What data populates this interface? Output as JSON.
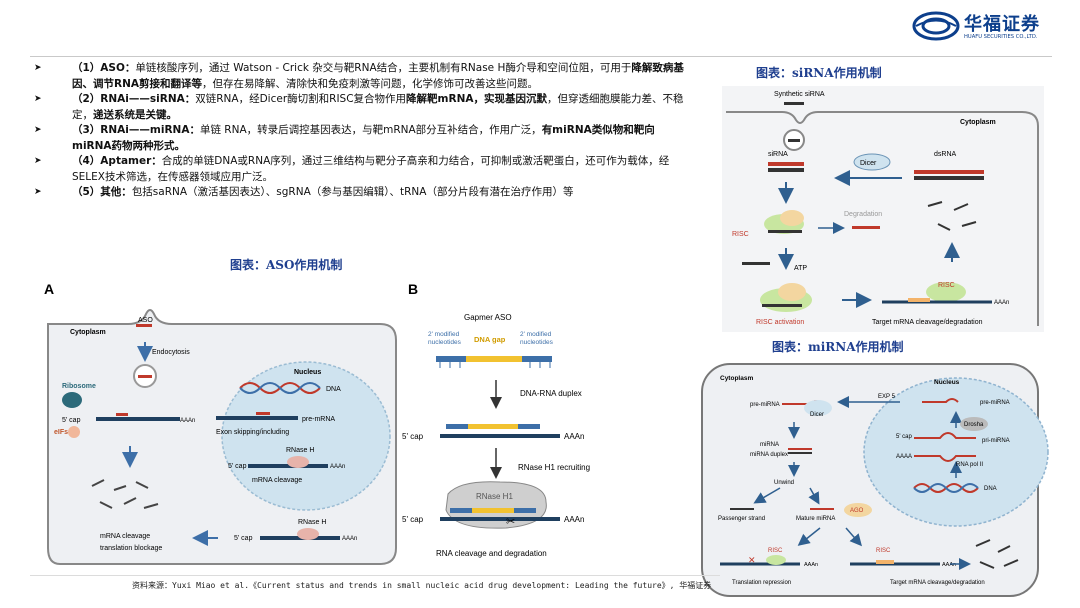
{
  "header": {
    "logo_cn": "华福证券",
    "logo_en": "HUAFU SECURITIES CO.,LTD."
  },
  "bullets": [
    {
      "parts": [
        {
          "t": "（1）ASO：",
          "b": true
        },
        {
          "t": "单链核酸序列，通过 Watson - Crick 杂交与靶RNA结合，主要机制有RNase H酶介导和空间位阻，可用于",
          "b": false
        },
        {
          "t": "降解致病基因、调节RNA剪接和翻译等",
          "b": true
        },
        {
          "t": "，但存在易降解、清除快和免疫刺激等问题，化学修饰可改善这些问题。",
          "b": false
        }
      ]
    },
    {
      "parts": [
        {
          "t": "（2）RNAi——siRNA：",
          "b": true
        },
        {
          "t": "双链RNA，经Dicer酶切割和RISC复合物作用",
          "b": false
        },
        {
          "t": "降解靶mRNA，实现基因沉默",
          "b": true
        },
        {
          "t": "，但穿透细胞膜能力差、不稳定，",
          "b": false
        },
        {
          "t": "递送系统是关键。",
          "b": true
        }
      ]
    },
    {
      "parts": [
        {
          "t": "（3）RNAi——miRNA：",
          "b": true
        },
        {
          "t": "单链 RNA，转录后调控基因表达，与靶mRNA部分互补结合，作用广泛，",
          "b": false
        },
        {
          "t": "有miRNA类似物和靶向miRNA药物两种形式。",
          "b": true
        }
      ]
    },
    {
      "parts": [
        {
          "t": "（4）Aptamer：",
          "b": true
        },
        {
          "t": "合成的单链DNA或RNA序列，通过三维结构与靶分子高亲和力结合，可抑制或激活靶蛋白，还可作为载体，经SELEX技术筛选，在传感器领域应用广泛。",
          "b": false
        }
      ]
    },
    {
      "parts": [
        {
          "t": "（5）其他：",
          "b": true
        },
        {
          "t": "包括saRNA（激活基因表达）、sgRNA（参与基因编辑）、tRNA（部分片段有潜在治疗作用）等",
          "b": false
        }
      ]
    }
  ],
  "figures": {
    "aso_title": "图表：ASO作用机制",
    "sirna_title": "图表：siRNA作用机制",
    "mirna_title": "图表：miRNA作用机制"
  },
  "aso_a": {
    "panel": "A",
    "aso": "ASO",
    "cytoplasm": "Cytoplasm",
    "endocytosis": "Endocytosis",
    "nucleus": "Nucleus",
    "dna": "DNA",
    "pre_mrna": "pre-mRNA",
    "exon": "Exon skipping/including",
    "rnaseh": "RNase H",
    "cap": "5' cap",
    "aaan": "AAAn",
    "mrna_cleavage": "mRNA cleavage",
    "ribosome": "Ribosome",
    "eifs": "eIFs",
    "out1": "mRNA cleavage",
    "out2": "translation blockage"
  },
  "aso_b": {
    "panel": "B",
    "gapmer": "Gapmer ASO",
    "mod_left": "2' modified\nnucleotides",
    "mod_right": "2' modified\nnucleotides",
    "gap": "DNA gap",
    "duplex": "DNA-RNA duplex",
    "cap": "5' cap",
    "aaan": "AAAn",
    "recruit": "RNase H1 recruiting",
    "rnaseh1": "RNase H1",
    "cleave": "RNA cleavage and degradation"
  },
  "sirna": {
    "synthetic": "Synthetic siRNA",
    "cytoplasm": "Cytoplasm",
    "sirna": "siRNA",
    "dicer": "Dicer",
    "dsrna": "dsRNA",
    "risc": "RISC",
    "degradation": "Degradation",
    "atp": "ATP",
    "risc2": "RISC",
    "activation": "RISC activation",
    "target": "Target mRNA cleavage/degradation",
    "aaan": "AAAn"
  },
  "mirna": {
    "cytoplasm": "Cytoplasm",
    "nucleus": "Nucleus",
    "exp5": "EXP 5",
    "pre_mirna_c": "pre-miRNA",
    "dicer": "Dicer",
    "pre_mirna_n": "pre-miRNA",
    "drosha": "Drosha",
    "cap": "5' cap",
    "pri": "pri-miRNA",
    "aaaa": "AAAA",
    "mirna": "miRNA",
    "duplex": "miRNA duplex",
    "rnapol": "RNA pol II",
    "dna": "DNA",
    "unwind": "Unwind",
    "passenger": "Passenger strand",
    "mature": "Mature miRNA",
    "ago": "AGO",
    "risc1": "RISC",
    "risc2": "RISC",
    "aaan": "AAAn",
    "aaan2": "AAAn",
    "trans_rep": "Translation repression",
    "target": "Target mRNA cleavage/degradation"
  },
  "source": "资料来源：Yuxi Miao et al.《Current status and trends in small nucleic acid drug development: Leading the future》, 华福证券",
  "colors": {
    "title_blue": "#1f3f8f",
    "logo_blue": "#0d3f8c",
    "nucleus_fill": "#cfe3ef",
    "cell_fill": "#eef0f3"
  }
}
